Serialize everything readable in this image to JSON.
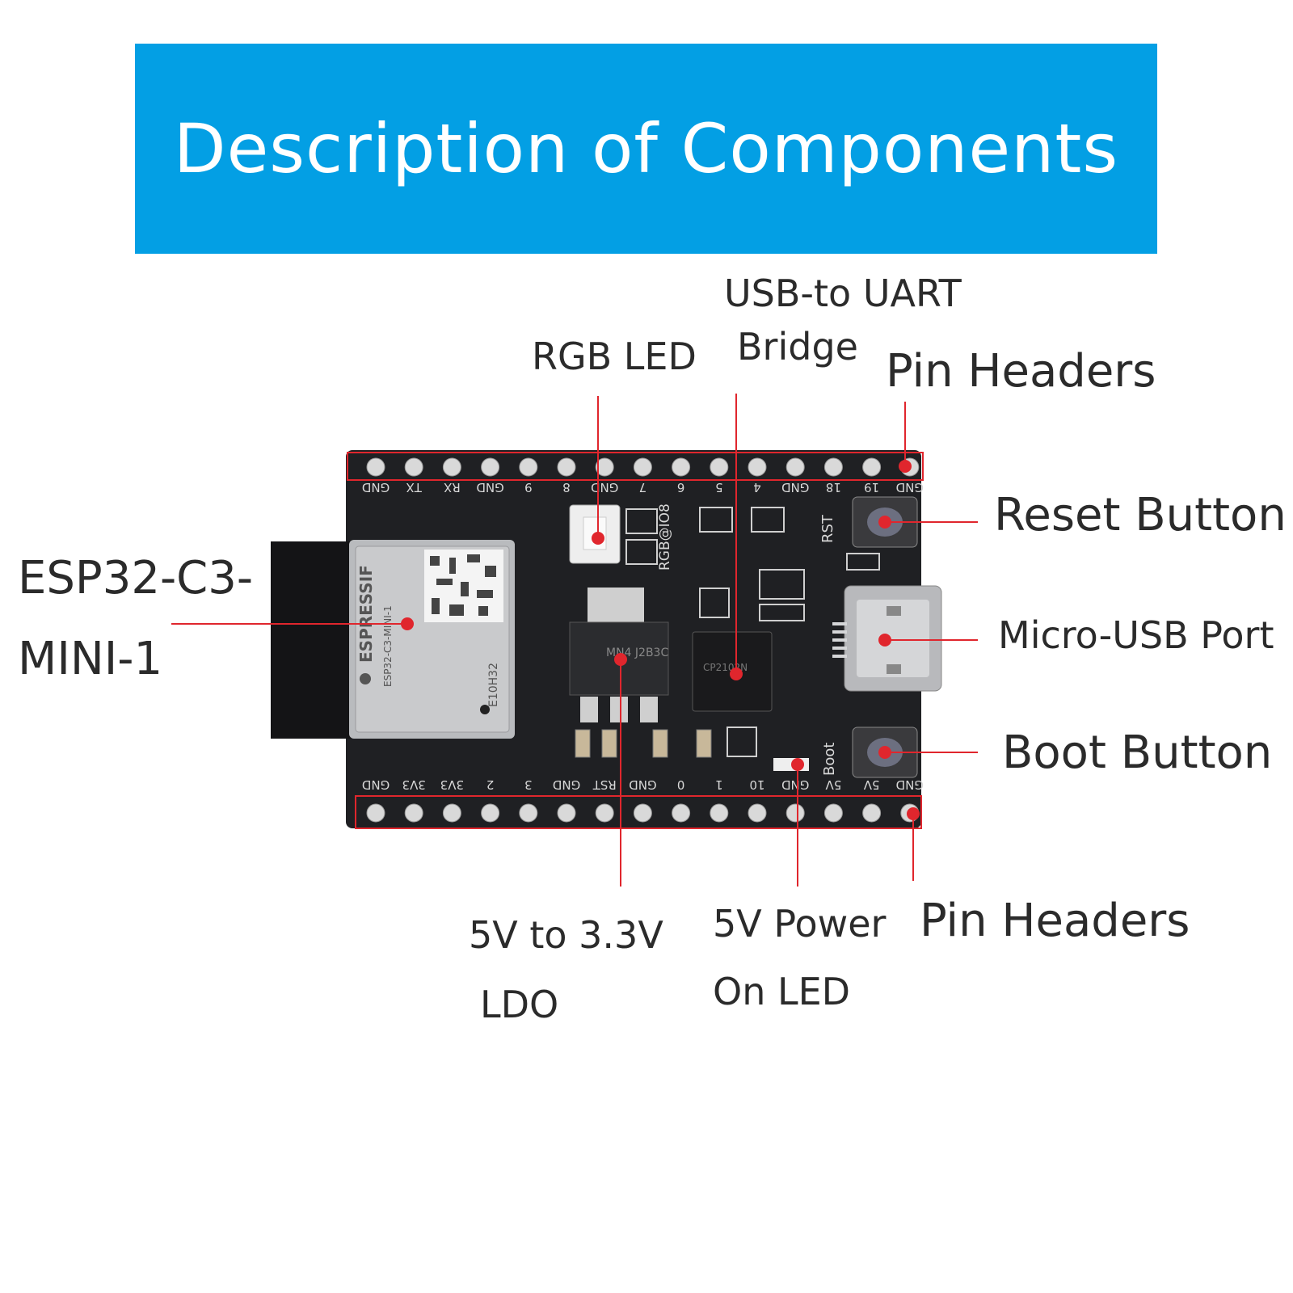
{
  "header": {
    "title": "Description of Components"
  },
  "labels": {
    "usb_uart_line1": "USB-to UART",
    "usb_uart_line2": "Bridge",
    "rgb_led": "RGB LED",
    "pin_headers_top": "Pin Headers",
    "reset_button": "Reset Button",
    "module_line1": "ESP32-C3-",
    "module_line2": "MINI-1",
    "micro_usb": "Micro-USB Port",
    "boot_button": "Boot Button",
    "ldo_line1": "5V to 3.3V",
    "ldo_line2": "LDO",
    "power_led_line1": "5V Power",
    "power_led_line2": "On LED",
    "pin_headers_bottom": "Pin Headers"
  },
  "board": {
    "top_pins": [
      "GND",
      "TX",
      "RX",
      "GND",
      "9",
      "8",
      "GND",
      "7",
      "6",
      "5",
      "4",
      "GND",
      "18",
      "19",
      "GND"
    ],
    "bottom_pins": [
      "GND",
      "3V3",
      "3V3",
      "2",
      "3",
      "GND",
      "RST",
      "GND",
      "0",
      "1",
      "10",
      "GND",
      "5V",
      "5V",
      "GND"
    ],
    "silk_rgb": "RGB@IO8",
    "silk_rst": "RST",
    "silk_boot": "Boot",
    "module_brand": "ESPRESSIF",
    "module_model": "ESP32-C3-MINI-1",
    "module_code": "E10H32",
    "ldo_marking": "MN4 J2B3C",
    "chip_marking": "CP2102N"
  },
  "colors": {
    "banner": "#039fe4",
    "pcb": "#1e1f22",
    "callout": "#e0262d",
    "silk": "#d8d8d8"
  }
}
